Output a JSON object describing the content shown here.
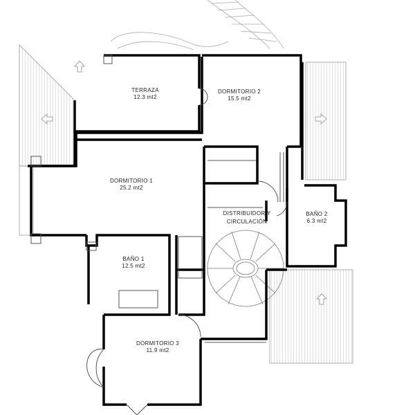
{
  "plan": {
    "rooms": [
      {
        "name": "TERRAZA",
        "area": "12.3 mt2"
      },
      {
        "name": "DORMITORIO 2",
        "area": "15.5 mt2"
      },
      {
        "name": "DORMITORIO 1",
        "area": "25.2 mt2"
      },
      {
        "name": "DISTRIBUIDOR Y",
        "area": "CIRCULACIÓN"
      },
      {
        "name": "BAÑO 2",
        "area": "6.3 mt2"
      },
      {
        "name": "BAÑO 1",
        "area": "12.5 mt2"
      },
      {
        "name": "DORMITORIO 3",
        "area": "11.9 mt2"
      }
    ],
    "colors": {
      "wall": "#000000",
      "hatch": "#9a9a9a",
      "line": "#888888"
    }
  }
}
